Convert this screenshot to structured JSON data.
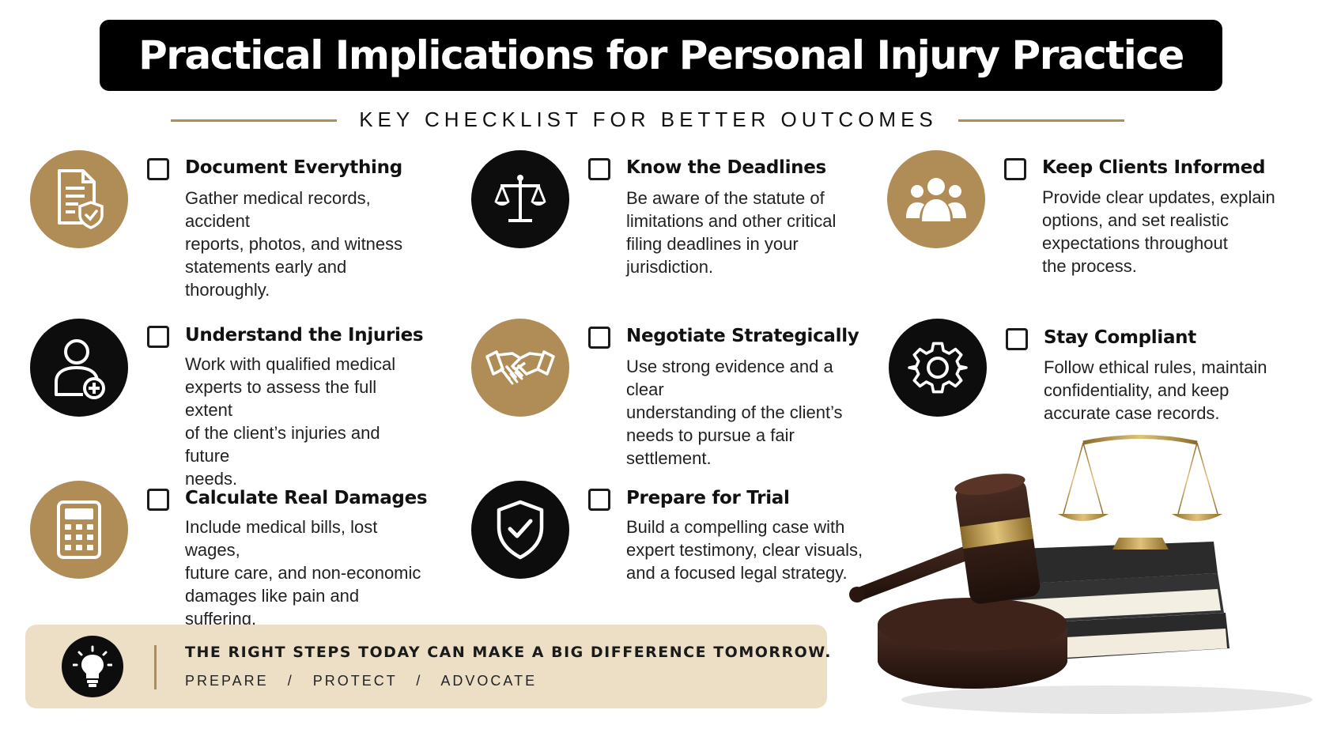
{
  "title": "Practical Implications for Personal Injury Practice",
  "subtitle": "KEY CHECKLIST FOR BETTER OUTCOMES",
  "colors": {
    "gold": "#b08d57",
    "black": "#0d0d0d",
    "banner_bg": "#ecdfc5"
  },
  "items": [
    {
      "title": "Document Everything",
      "icon": "document-shield-icon",
      "circle": "gold",
      "lines": [
        "Gather medical records, accident",
        "reports, photos, and witness",
        "statements early and thoroughly."
      ]
    },
    {
      "title": "Know the Deadlines",
      "icon": "scales-icon",
      "circle": "black",
      "lines": [
        "Be aware of the statute of",
        "limitations and other critical",
        "filing deadlines in your",
        "jurisdiction."
      ]
    },
    {
      "title": "Keep Clients Informed",
      "icon": "people-group-icon",
      "circle": "gold",
      "lines": [
        "Provide clear updates, explain",
        "options, and set realistic",
        "expectations throughout",
        "the process."
      ]
    },
    {
      "title": "Understand the Injuries",
      "icon": "medical-person-icon",
      "circle": "black",
      "lines": [
        "Work with qualified medical",
        "experts to assess the full extent",
        "of the client’s injuries and future",
        "needs."
      ]
    },
    {
      "title": "Negotiate Strategically",
      "icon": "handshake-icon",
      "circle": "gold",
      "lines": [
        "Use strong evidence and a clear",
        "understanding of the client’s",
        "needs to pursue a fair settlement."
      ]
    },
    {
      "title": "Stay Compliant",
      "icon": "gear-icon",
      "circle": "black",
      "lines": [
        "Follow ethical rules, maintain",
        "confidentiality, and keep",
        "accurate case records."
      ]
    },
    {
      "title": "Calculate Real Damages",
      "icon": "calculator-icon",
      "circle": "gold",
      "lines": [
        "Include medical bills, lost wages,",
        "future care, and non-economic",
        "damages like pain and suffering."
      ]
    },
    {
      "title": "Prepare for Trial",
      "icon": "shield-check-icon",
      "circle": "black",
      "lines": [
        "Build a compelling case with",
        "expert testimony, clear visuals,",
        "and a focused legal strategy."
      ]
    }
  ],
  "banner": {
    "headline": "THE RIGHT STEPS TODAY CAN MAKE A BIG DIFFERENCE TOMORROW.",
    "tagline": "PREPARE   /   PROTECT   /   ADVOCATE",
    "icon": "lightbulb-icon"
  },
  "illustration": {
    "icon": "gavel-scales-books-illustration"
  }
}
